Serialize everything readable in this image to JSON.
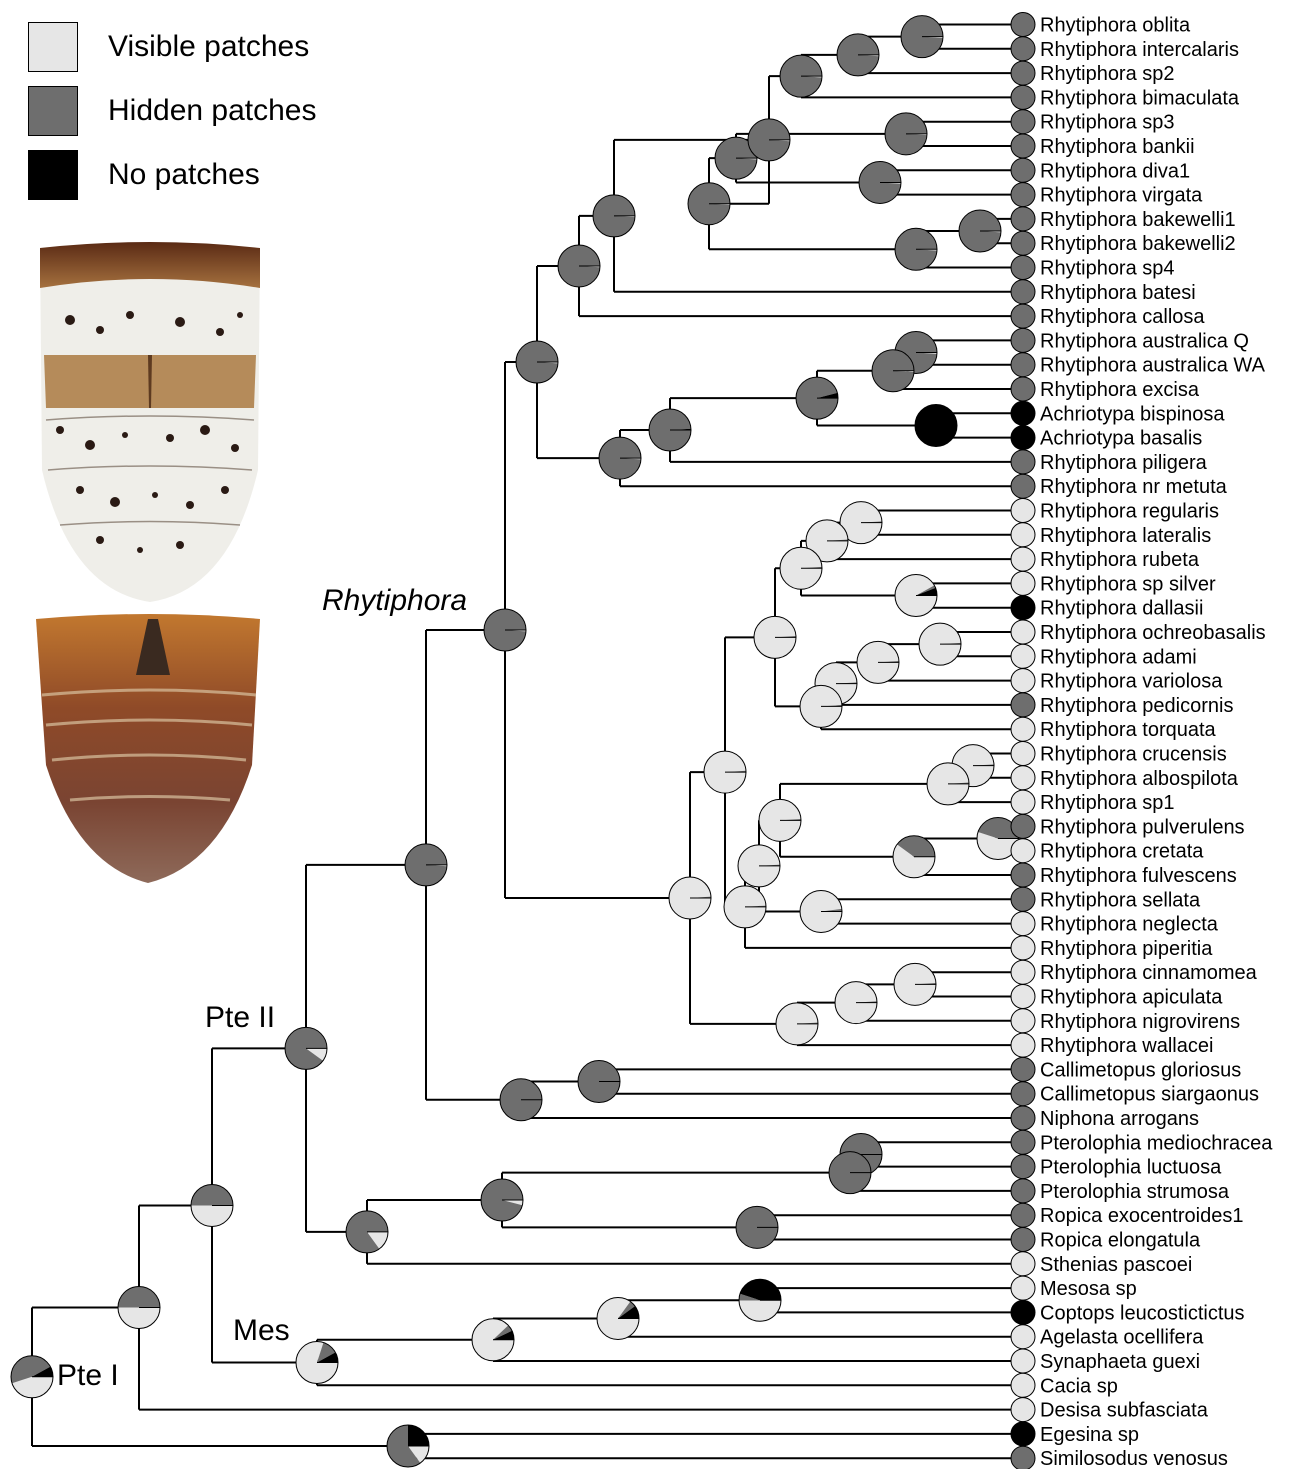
{
  "colors": {
    "visible": "#e6e6e6",
    "hidden": "#6e6e6e",
    "none": "#000000",
    "line": "#000000"
  },
  "legend": [
    {
      "key": "visible",
      "label": "Visible patches"
    },
    {
      "key": "hidden",
      "label": "Hidden patches"
    },
    {
      "key": "none",
      "label": "No patches"
    }
  ],
  "clade_labels": {
    "rhytiphora": "Rhytiphora",
    "pte2": "Pte II",
    "mes": "Mes",
    "pte1": "Pte I"
  },
  "images": {
    "top_specimen": "visible-patches-abdomen-photo",
    "bottom_specimen": "hidden-patches-abdomen-photo"
  },
  "taxa": [
    {
      "name": "Rhytiphora oblita",
      "state": "hidden"
    },
    {
      "name": "Rhytiphora intercalaris",
      "state": "hidden"
    },
    {
      "name": "Rhytiphora sp2",
      "state": "hidden"
    },
    {
      "name": "Rhytiphora bimaculata",
      "state": "hidden"
    },
    {
      "name": "Rhytiphora sp3",
      "state": "hidden"
    },
    {
      "name": "Rhytiphora bankii",
      "state": "hidden"
    },
    {
      "name": "Rhytiphora diva1",
      "state": "hidden"
    },
    {
      "name": "Rhytiphora virgata",
      "state": "hidden"
    },
    {
      "name": "Rhytiphora bakewelli1",
      "state": "hidden"
    },
    {
      "name": "Rhytiphora bakewelli2",
      "state": "hidden"
    },
    {
      "name": "Rhytiphora sp4",
      "state": "hidden"
    },
    {
      "name": "Rhytiphora batesi",
      "state": "hidden"
    },
    {
      "name": "Rhytiphora callosa",
      "state": "hidden"
    },
    {
      "name": "Rhytiphora australica Q",
      "state": "hidden"
    },
    {
      "name": "Rhytiphora australica WA",
      "state": "hidden"
    },
    {
      "name": "Rhytiphora excisa",
      "state": "hidden"
    },
    {
      "name": "Achriotypa bispinosa",
      "state": "none"
    },
    {
      "name": "Achriotypa basalis",
      "state": "none"
    },
    {
      "name": "Rhytiphora piligera",
      "state": "hidden"
    },
    {
      "name": "Rhytiphora nr metuta",
      "state": "hidden"
    },
    {
      "name": "Rhytiphora regularis",
      "state": "visible"
    },
    {
      "name": "Rhytiphora lateralis",
      "state": "visible"
    },
    {
      "name": "Rhytiphora rubeta",
      "state": "visible"
    },
    {
      "name": "Rhytiphora sp silver",
      "state": "visible"
    },
    {
      "name": "Rhytiphora dallasii",
      "state": "none"
    },
    {
      "name": "Rhytiphora ochreobasalis",
      "state": "visible"
    },
    {
      "name": "Rhytiphora adami",
      "state": "visible"
    },
    {
      "name": "Rhytiphora variolosa",
      "state": "visible"
    },
    {
      "name": "Rhytiphora pedicornis",
      "state": "hidden"
    },
    {
      "name": "Rhytiphora torquata",
      "state": "visible"
    },
    {
      "name": "Rhytiphora crucensis",
      "state": "visible"
    },
    {
      "name": "Rhytiphora albospilota",
      "state": "visible"
    },
    {
      "name": "Rhytiphora sp1",
      "state": "visible"
    },
    {
      "name": "Rhytiphora pulverulens",
      "state": "hidden"
    },
    {
      "name": "Rhytiphora cretata",
      "state": "visible"
    },
    {
      "name": "Rhytiphora fulvescens",
      "state": "hidden"
    },
    {
      "name": "Rhytiphora sellata",
      "state": "hidden"
    },
    {
      "name": "Rhytiphora neglecta",
      "state": "visible"
    },
    {
      "name": "Rhytiphora piperitia",
      "state": "visible"
    },
    {
      "name": "Rhytiphora cinnamomea",
      "state": "visible"
    },
    {
      "name": "Rhytiphora apiculata",
      "state": "visible"
    },
    {
      "name": "Rhytiphora nigrovirens",
      "state": "visible"
    },
    {
      "name": "Rhytiphora wallacei",
      "state": "visible"
    },
    {
      "name": "Callimetopus gloriosus",
      "state": "hidden"
    },
    {
      "name": "Callimetopus siargaonus",
      "state": "hidden"
    },
    {
      "name": "Niphona arrogans",
      "state": "hidden"
    },
    {
      "name": "Pterolophia mediochracea",
      "state": "hidden"
    },
    {
      "name": "Pterolophia luctuosa",
      "state": "hidden"
    },
    {
      "name": "Pterolophia strumosa",
      "state": "hidden"
    },
    {
      "name": "Ropica exocentroides1",
      "state": "hidden"
    },
    {
      "name": "Ropica elongatula",
      "state": "hidden"
    },
    {
      "name": "Sthenias pascoei",
      "state": "visible"
    },
    {
      "name": "Mesosa sp",
      "state": "visible"
    },
    {
      "name": "Coptops leucostictictus",
      "state": "none"
    },
    {
      "name": "Agelasta ocellifera",
      "state": "visible"
    },
    {
      "name": "Synaphaeta guexi",
      "state": "visible"
    },
    {
      "name": "Cacia sp",
      "state": "visible"
    },
    {
      "name": "Desisa subfasciata",
      "state": "visible"
    },
    {
      "name": "Egesina sp",
      "state": "none"
    },
    {
      "name": "Similosodus venosus",
      "state": "hidden"
    }
  ],
  "nodes": [
    {
      "c": [
        0,
        1
      ],
      "p": [
        0.01,
        0.99,
        0
      ]
    },
    {
      "c": [
        2,
        60
      ],
      "p": [
        0.01,
        0.99,
        0
      ]
    },
    {
      "c": [
        3,
        61
      ],
      "p": [
        0.01,
        0.99,
        0
      ]
    },
    {
      "c": [
        4,
        5
      ],
      "p": [
        0.01,
        0.99,
        0
      ]
    },
    {
      "c": [
        6,
        7
      ],
      "p": [
        0.01,
        0.99,
        0
      ]
    },
    {
      "c": [
        63,
        64
      ],
      "p": [
        0.01,
        0.99,
        0
      ]
    },
    {
      "c": [
        8,
        9
      ],
      "p": [
        0.01,
        0.99,
        0
      ]
    },
    {
      "c": [
        66,
        10
      ],
      "p": [
        0.01,
        0.99,
        0
      ]
    },
    {
      "c": [
        65,
        67
      ],
      "p": [
        0.01,
        0.99,
        0
      ]
    },
    {
      "c": [
        62,
        68
      ],
      "p": [
        0.01,
        0.99,
        0
      ]
    },
    {
      "c": [
        69,
        11
      ],
      "p": [
        0.01,
        0.99,
        0
      ]
    },
    {
      "c": [
        70,
        12
      ],
      "p": [
        0.01,
        0.99,
        0
      ]
    },
    {
      "c": [
        13,
        14
      ],
      "p": [
        0.01,
        0.99,
        0
      ]
    },
    {
      "c": [
        72,
        15
      ],
      "p": [
        0.01,
        0.99,
        0
      ]
    },
    {
      "c": [
        16,
        17
      ],
      "p": [
        0,
        0,
        1
      ]
    },
    {
      "c": [
        73,
        74
      ],
      "p": [
        0,
        0.96,
        0.04
      ]
    },
    {
      "c": [
        75,
        18
      ],
      "p": [
        0,
        0.99,
        0.01
      ]
    },
    {
      "c": [
        76,
        19
      ],
      "p": [
        0.01,
        0.99,
        0
      ]
    },
    {
      "c": [
        71,
        77
      ],
      "p": [
        0.01,
        0.99,
        0
      ]
    },
    {
      "c": [
        20,
        21
      ],
      "p": [
        0.99,
        0.01,
        0
      ]
    },
    {
      "c": [
        79,
        22
      ],
      "p": [
        0.99,
        0.01,
        0
      ]
    },
    {
      "c": [
        23,
        24
      ],
      "p": [
        0.92,
        0.02,
        0.06
      ]
    },
    {
      "c": [
        80,
        81
      ],
      "p": [
        0.99,
        0.01,
        0
      ]
    },
    {
      "c": [
        25,
        26
      ],
      "p": [
        0.99,
        0.01,
        0
      ]
    },
    {
      "c": [
        83,
        27
      ],
      "p": [
        0.99,
        0.01,
        0
      ]
    },
    {
      "c": [
        84,
        28
      ],
      "p": [
        0.99,
        0.01,
        0
      ]
    },
    {
      "c": [
        85,
        29
      ],
      "p": [
        0.99,
        0.01,
        0
      ]
    },
    {
      "c": [
        82,
        86
      ],
      "p": [
        0.99,
        0.01,
        0
      ]
    },
    {
      "c": [
        30,
        31
      ],
      "p": [
        0.99,
        0.01,
        0
      ]
    },
    {
      "c": [
        88,
        32
      ],
      "p": [
        0.99,
        0.01,
        0
      ]
    },
    {
      "c": [
        33,
        34
      ],
      "p": [
        0.55,
        0.45,
        0
      ]
    },
    {
      "c": [
        90,
        35
      ],
      "p": [
        0.6,
        0.4,
        0
      ]
    },
    {
      "c": [
        89,
        91
      ],
      "p": [
        0.99,
        0.01,
        0
      ]
    },
    {
      "c": [
        36,
        37
      ],
      "p": [
        0.98,
        0.02,
        0
      ]
    },
    {
      "c": [
        92,
        93
      ],
      "p": [
        0.99,
        0.01,
        0
      ]
    },
    {
      "c": [
        94,
        38
      ],
      "p": [
        0.99,
        0.01,
        0
      ]
    },
    {
      "c": [
        87,
        95
      ],
      "p": [
        0.99,
        0.01,
        0
      ]
    },
    {
      "c": [
        39,
        40
      ],
      "p": [
        0.99,
        0.01,
        0
      ]
    },
    {
      "c": [
        97,
        41
      ],
      "p": [
        0.99,
        0.01,
        0
      ]
    },
    {
      "c": [
        98,
        42
      ],
      "p": [
        0.99,
        0.01,
        0
      ]
    },
    {
      "c": [
        96,
        99
      ],
      "p": [
        0.99,
        0.01,
        0
      ]
    },
    {
      "c": [
        78,
        100
      ],
      "p": [
        0.01,
        0.99,
        0
      ]
    },
    {
      "c": [
        43,
        44
      ],
      "p": [
        0,
        1,
        0
      ]
    },
    {
      "c": [
        102,
        45
      ],
      "p": [
        0,
        1,
        0
      ]
    },
    {
      "c": [
        101,
        103
      ],
      "p": [
        0.01,
        0.99,
        0
      ]
    },
    {
      "c": [
        46,
        47
      ],
      "p": [
        0,
        1,
        0
      ]
    },
    {
      "c": [
        105,
        48
      ],
      "p": [
        0,
        1,
        0
      ]
    },
    {
      "c": [
        49,
        50
      ],
      "p": [
        0,
        1,
        0
      ]
    },
    {
      "c": [
        106,
        107
      ],
      "p": [
        0.04,
        0.96,
        0
      ]
    },
    {
      "c": [
        108,
        51
      ],
      "p": [
        0.15,
        0.85,
        0
      ]
    },
    {
      "c": [
        104,
        109
      ],
      "p": [
        0.1,
        0.9,
        0
      ]
    },
    {
      "c": [
        52,
        53
      ],
      "p": [
        0.5,
        0.05,
        0.45
      ]
    },
    {
      "c": [
        111,
        54
      ],
      "p": [
        0.85,
        0.05,
        0.1
      ]
    },
    {
      "c": [
        112,
        55
      ],
      "p": [
        0.88,
        0.05,
        0.07
      ]
    },
    {
      "c": [
        113,
        56
      ],
      "p": [
        0.8,
        0.12,
        0.08
      ]
    },
    {
      "c": [
        110,
        114
      ],
      "p": [
        0.5,
        0.5,
        0
      ]
    },
    {
      "c": [
        115,
        57
      ],
      "p": [
        0.5,
        0.5,
        0
      ]
    },
    {
      "c": [
        58,
        59
      ],
      "p": [
        0.15,
        0.6,
        0.25
      ]
    },
    {
      "c": [
        116,
        117
      ],
      "p": [
        0.45,
        0.47,
        0.08
      ]
    }
  ]
}
